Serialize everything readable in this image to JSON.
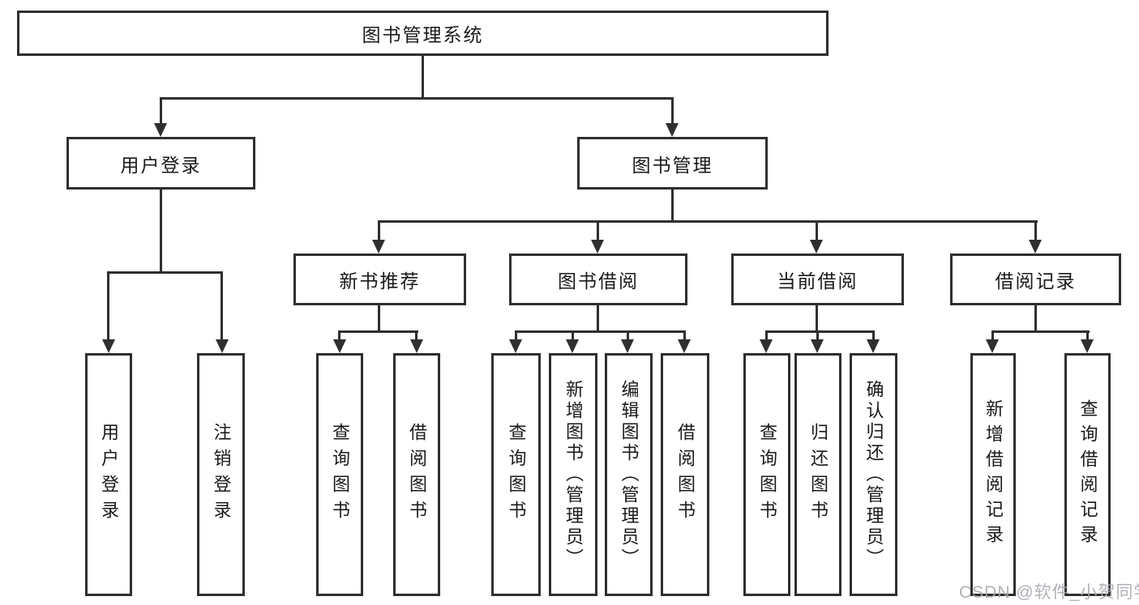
{
  "diagram": {
    "root": {
      "label": "图书管理系统"
    },
    "children": [
      {
        "label": "用户登录",
        "children": [
          {
            "label": "用户登录"
          },
          {
            "label": "注销登录"
          }
        ]
      },
      {
        "label": "图书管理",
        "children": [
          {
            "label": "新书推荐",
            "children": [
              {
                "label": "查询图书"
              },
              {
                "label": "借阅图书"
              }
            ]
          },
          {
            "label": "图书借阅",
            "children": [
              {
                "label": "查询图书"
              },
              {
                "label": "新增图书（管理员）"
              },
              {
                "label": "编辑图书（管理员）"
              },
              {
                "label": "借阅图书"
              }
            ]
          },
          {
            "label": "当前借阅",
            "children": [
              {
                "label": "查询图书"
              },
              {
                "label": "归还图书"
              },
              {
                "label": "确认归还（管理员）"
              }
            ]
          },
          {
            "label": "借阅记录",
            "children": [
              {
                "label": "新增借阅记录"
              },
              {
                "label": "查询借阅记录"
              }
            ]
          }
        ]
      }
    ]
  },
  "watermark": {
    "text": "CSDN @软件_小贺同学"
  },
  "colors": {
    "line": "#2f2f2f",
    "text": "#1a1a1a",
    "watermark": "#a8a8b0",
    "background": "#ffffff"
  }
}
